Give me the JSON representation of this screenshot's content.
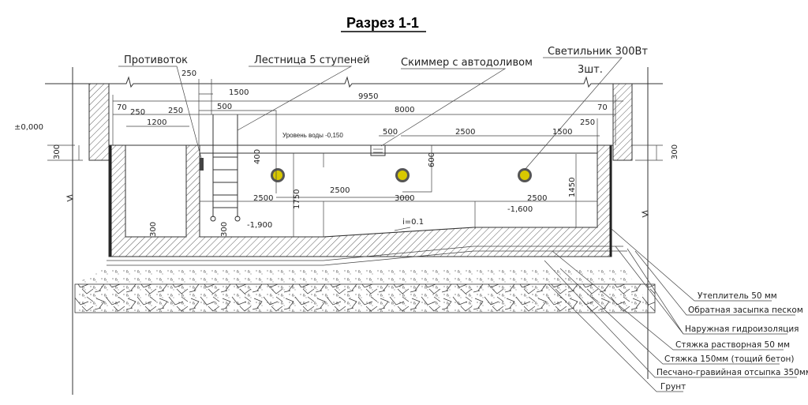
{
  "title": "Разрез 1-1",
  "callouts": {
    "counterflow": "Противоток",
    "ladder": "Лестница 5 ступеней",
    "skimmer": "Скиммер с автодоливом",
    "lamp": "Светильник 300Вт",
    "lamp_qty": "3шт."
  },
  "levels": {
    "zero": "±0,000",
    "water": "Уровень воды -0,150",
    "deep": "-1,900",
    "shallow": "-1,600",
    "slope": "i=0.1"
  },
  "dimensions": {
    "d250_top": "250",
    "d1500_top": "1500",
    "d9950": "9950",
    "d8000": "8000",
    "d70_left": "70",
    "d250_left": "250",
    "d250_mid": "250",
    "d500_ladder": "500",
    "d1200": "1200",
    "d300_left": "300",
    "d400": "400",
    "d500_skimmer": "500",
    "d2500_top": "2500",
    "d1500_right": "1500",
    "d70_right": "70",
    "d250_right": "250",
    "d300_right": "300",
    "d600": "600",
    "d1750": "1750",
    "d1450": "1450",
    "d2500_a": "2500",
    "d2500_b": "2500",
    "d3000": "3000",
    "d2500_c": "2500",
    "d300_pit1": "300",
    "d300_pit2": "300"
  },
  "layers": [
    "Утеплитель 50 мм",
    "Обратная засыпка песком",
    "Наружная гидроизоляция",
    "Стяжка растворная 50 мм",
    "Стяжка 150мм (тощий бетон)",
    "Песчано-гравийная отсыпка 350мм",
    "Грунт"
  ],
  "colors": {
    "line": "#333333",
    "lamp": "#d8c800"
  }
}
